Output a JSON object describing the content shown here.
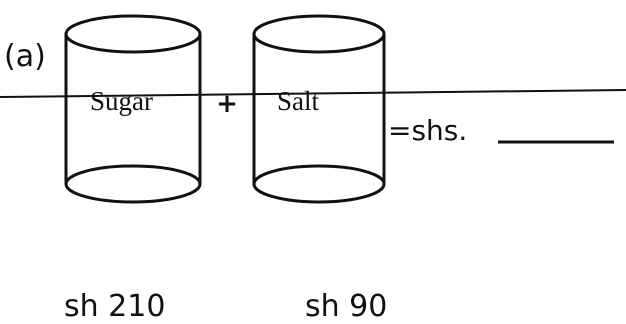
{
  "question": {
    "part_label": "(a)",
    "operator_plus": "+",
    "equals_label": "=shs.",
    "answer_value": ""
  },
  "containers": [
    {
      "label": "Sugar",
      "price": "sh 210"
    },
    {
      "label": "Salt",
      "price": "sh 90"
    }
  ]
}
